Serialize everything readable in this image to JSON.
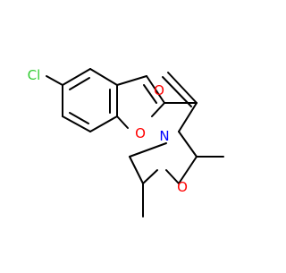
{
  "molecule": {
    "atom_labels": {
      "chlorine": "Cl",
      "furan_oxygen": "O",
      "carbonyl_oxygen": "O",
      "amine_nitrogen": "N",
      "morpholine_oxygen": "O"
    },
    "colors": {
      "bond": "#000000",
      "chlorine": "#33cc33",
      "oxygen": "#ff0000",
      "nitrogen": "#0000ff"
    }
  }
}
